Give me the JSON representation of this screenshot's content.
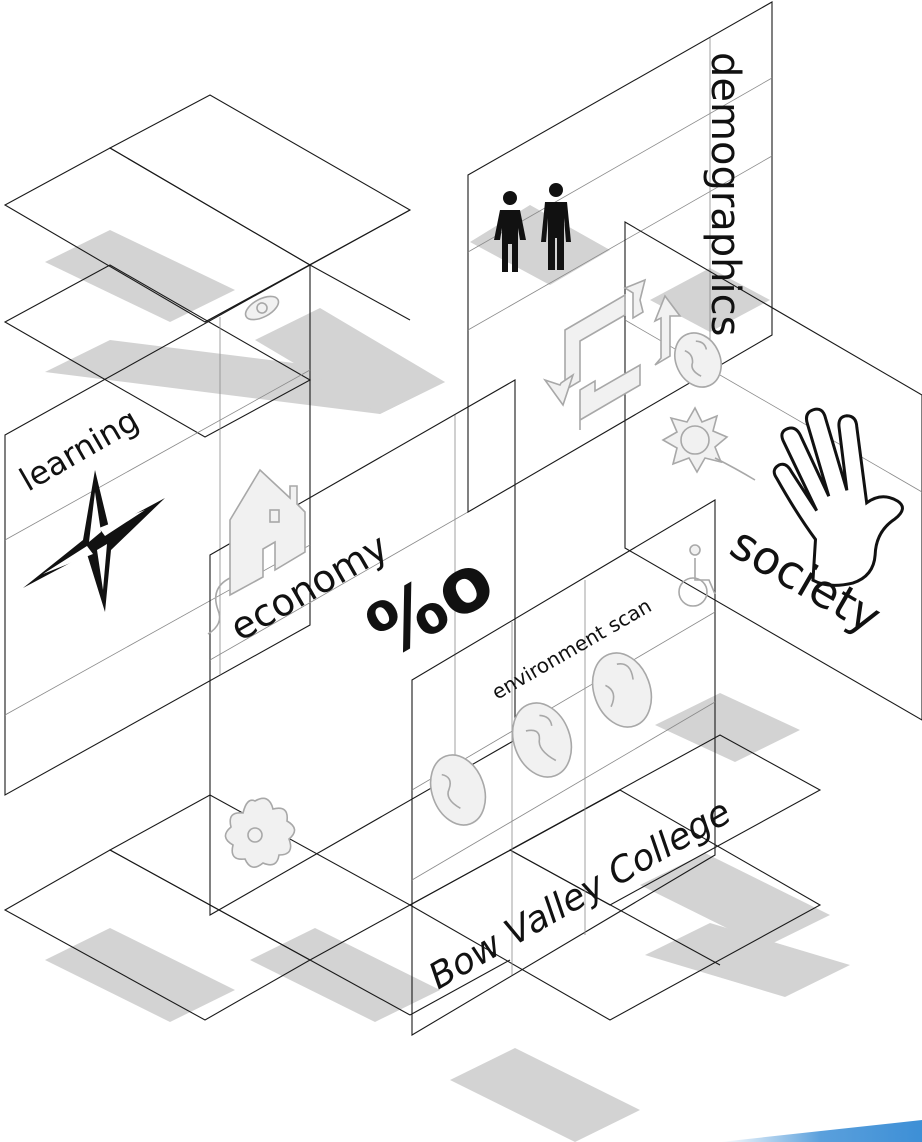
{
  "labels": {
    "demographics": "demographics",
    "learning": "learning",
    "economy": "economy",
    "per_mille": "%o",
    "society": "society",
    "environment_scan": "environment scan",
    "college": "Bow Valley College"
  },
  "icons": {
    "people": "people-icon",
    "recycle": "recycle-arrows-icon",
    "sun": "sun-icon",
    "hand": "hand-icon",
    "compass": "compass-star-icon",
    "house": "house-icon",
    "flower": "flower-icon",
    "globes": "globe-icon",
    "wheelchair": "wheelchair-icon",
    "eye": "eye-icon"
  },
  "colors": {
    "line": "#1a1a1a",
    "shadow": "#d3d3d3",
    "ghost_icon": "#a8a8a8",
    "accent_bar": "#3d8fd6"
  }
}
